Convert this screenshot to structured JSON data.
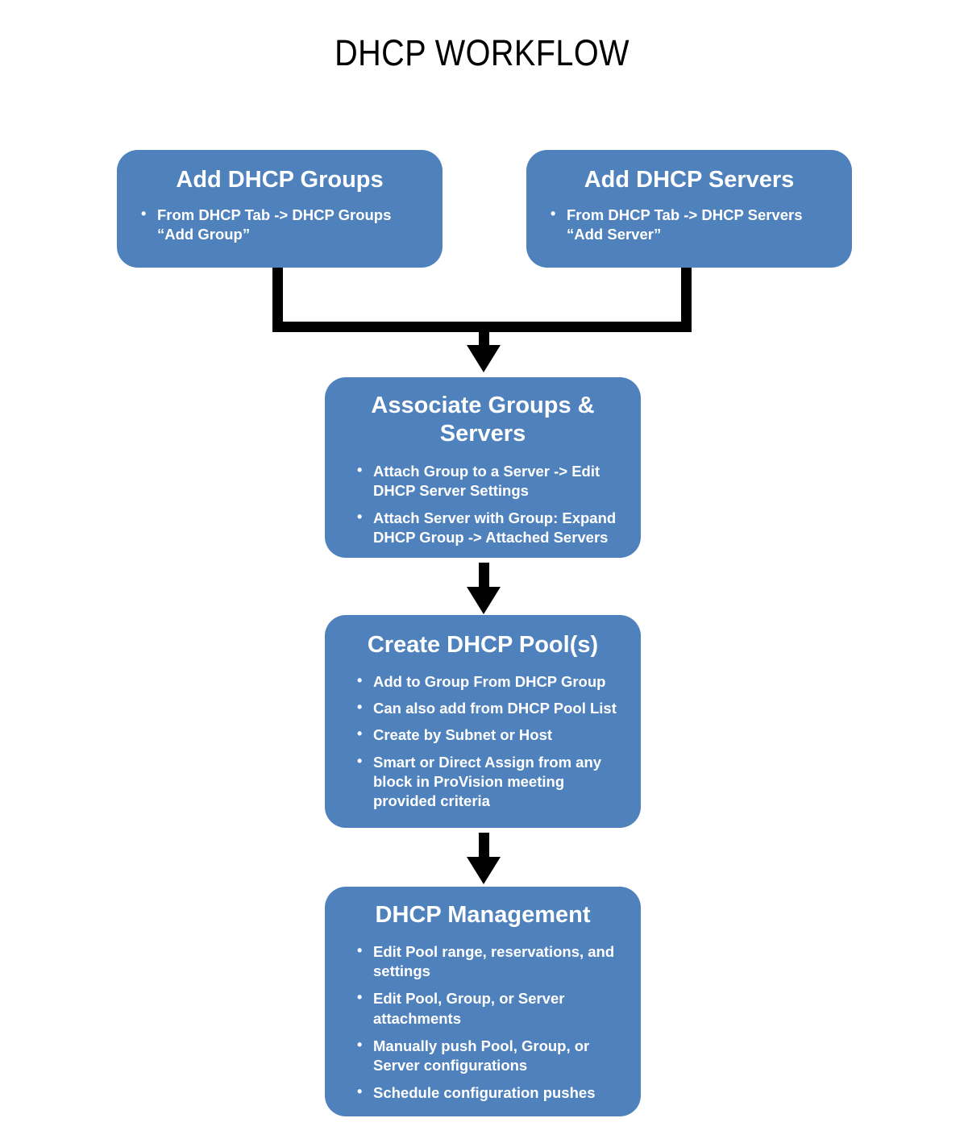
{
  "diagram": {
    "title": "DHCP WORKFLOW",
    "accent_color": "#4F81BD",
    "text_color": "#FFFFFF",
    "connector_color": "#000000",
    "background_color": "#FFFFFF",
    "type": "flowchart",
    "nodes": [
      {
        "id": "add-dhcp-groups",
        "title": "Add DHCP Groups",
        "bullets": [
          "From  DHCP Tab -> DHCP Groups “Add Group”"
        ]
      },
      {
        "id": "add-dhcp-servers",
        "title": "Add DHCP Servers",
        "bullets": [
          "From  DHCP Tab -> DHCP Servers “Add Server”"
        ]
      },
      {
        "id": "associate-groups-servers",
        "title": "Associate Groups & Servers",
        "bullets": [
          "Attach Group to a Server -> Edit DHCP Server Settings",
          "Attach Server with Group: Expand DHCP Group -> Attached Servers"
        ]
      },
      {
        "id": "create-dhcp-pools",
        "title": "Create DHCP Pool(s)",
        "bullets": [
          "Add to Group From DHCP Group",
          "Can also add from DHCP Pool List",
          "Create by Subnet or Host",
          "Smart or Direct Assign from any block in ProVision meeting provided criteria"
        ]
      },
      {
        "id": "dhcp-management",
        "title": "DHCP Management",
        "bullets": [
          "Edit Pool range, reservations, and settings",
          "Edit Pool, Group, or Server attachments",
          "Manually push Pool, Group, or Server configurations",
          "Schedule configuration pushes"
        ]
      }
    ],
    "edges": [
      {
        "from": "add-dhcp-groups",
        "to": "associate-groups-servers",
        "style": "elbow-merge-arrow"
      },
      {
        "from": "add-dhcp-servers",
        "to": "associate-groups-servers",
        "style": "elbow-merge-arrow"
      },
      {
        "from": "associate-groups-servers",
        "to": "create-dhcp-pools",
        "style": "straight-arrow"
      },
      {
        "from": "create-dhcp-pools",
        "to": "dhcp-management",
        "style": "straight-arrow"
      }
    ]
  }
}
